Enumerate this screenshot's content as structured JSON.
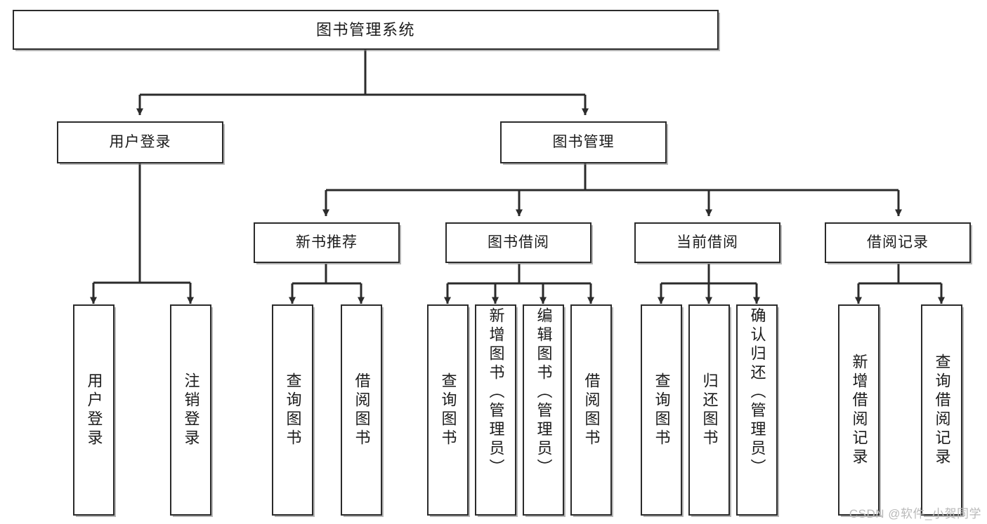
{
  "diagram": {
    "title": "图书管理系统",
    "type": "tree-hierarchy",
    "watermark": "CSDN @软件_小贺同学",
    "nodes": {
      "root": {
        "label": "图书管理系统",
        "level": 0
      },
      "login": {
        "label": "用户登录",
        "level": 1
      },
      "book_manage": {
        "label": "图书管理",
        "level": 1
      },
      "new_book_rec": {
        "label": "新书推荐",
        "level": 2
      },
      "book_borrow": {
        "label": "图书借阅",
        "level": 2
      },
      "current_borrow": {
        "label": "当前借阅",
        "level": 2
      },
      "borrow_record": {
        "label": "借阅记录",
        "level": 2
      },
      "leaf_user_login": {
        "label": "用户登录",
        "level": 3
      },
      "leaf_logout": {
        "label": "注销登录",
        "level": 3
      },
      "leaf_query_book_1": {
        "label": "查询图书",
        "level": 3
      },
      "leaf_borrow_book_1": {
        "label": "借阅图书",
        "level": 3
      },
      "leaf_query_book_2": {
        "label": "查询图书",
        "level": 3
      },
      "leaf_add_book": {
        "label": "新增图书（管理员）",
        "level": 3
      },
      "leaf_edit_book": {
        "label": "编辑图书（管理员）",
        "level": 3
      },
      "leaf_borrow_book_2": {
        "label": "借阅图书",
        "level": 3
      },
      "leaf_query_book_3": {
        "label": "查询图书",
        "level": 3
      },
      "leaf_return_book": {
        "label": "归还图书",
        "level": 3
      },
      "leaf_confirm_return": {
        "label": "确认归还（管理员）",
        "level": 3
      },
      "leaf_add_record": {
        "label": "新增借阅记录",
        "level": 3
      },
      "leaf_query_record": {
        "label": "查询借阅记录",
        "level": 3
      }
    },
    "edges": [
      {
        "from": "root",
        "to": "login"
      },
      {
        "from": "root",
        "to": "book_manage"
      },
      {
        "from": "login",
        "to": "leaf_user_login"
      },
      {
        "from": "login",
        "to": "leaf_logout"
      },
      {
        "from": "book_manage",
        "to": "new_book_rec"
      },
      {
        "from": "book_manage",
        "to": "book_borrow"
      },
      {
        "from": "book_manage",
        "to": "current_borrow"
      },
      {
        "from": "book_manage",
        "to": "borrow_record"
      },
      {
        "from": "new_book_rec",
        "to": "leaf_query_book_1"
      },
      {
        "from": "new_book_rec",
        "to": "leaf_borrow_book_1"
      },
      {
        "from": "book_borrow",
        "to": "leaf_query_book_2"
      },
      {
        "from": "book_borrow",
        "to": "leaf_add_book"
      },
      {
        "from": "book_borrow",
        "to": "leaf_edit_book"
      },
      {
        "from": "book_borrow",
        "to": "leaf_borrow_book_2"
      },
      {
        "from": "current_borrow",
        "to": "leaf_query_book_3"
      },
      {
        "from": "current_borrow",
        "to": "leaf_return_book"
      },
      {
        "from": "current_borrow",
        "to": "leaf_confirm_return"
      },
      {
        "from": "borrow_record",
        "to": "leaf_add_record"
      },
      {
        "from": "borrow_record",
        "to": "leaf_query_record"
      }
    ],
    "colors": {
      "box_border": "#2b2b2b",
      "box_fill": "#ffffff",
      "connector": "#2b2b2b",
      "text": "#1b1b1b",
      "background": "#ffffff",
      "watermark": "#b9b9b9"
    }
  }
}
